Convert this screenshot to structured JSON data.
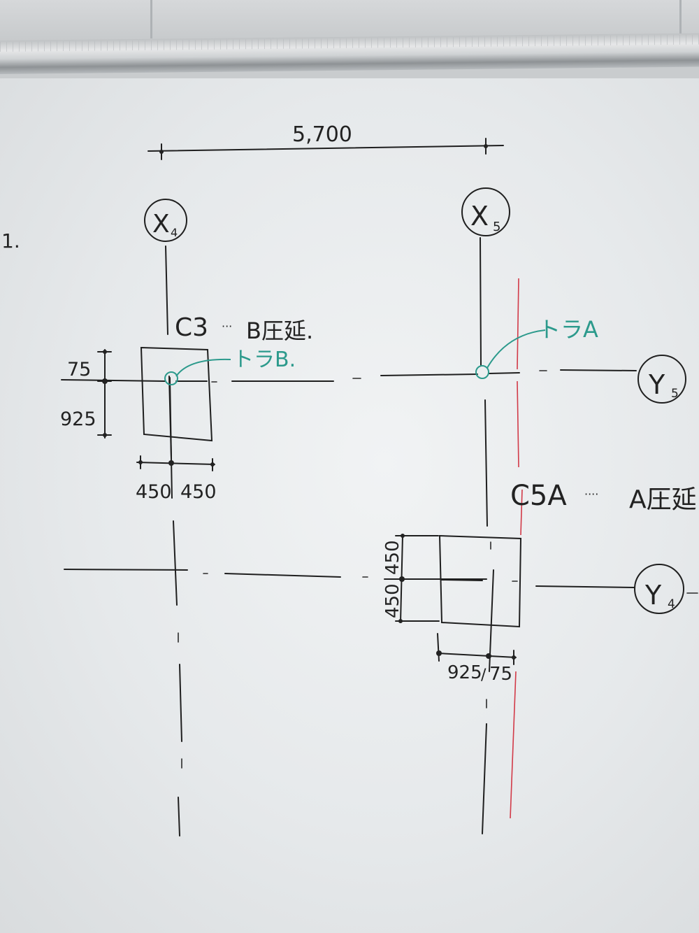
{
  "dimension_top": "5,700",
  "grid_labels": {
    "x4": {
      "letter": "X",
      "sub": "4"
    },
    "x5": {
      "letter": "X",
      "sub": "5"
    },
    "y5": {
      "letter": "Y",
      "sub": "5"
    },
    "y4": {
      "letter": "Y",
      "sub": "4"
    }
  },
  "column_c3": {
    "label": "C3",
    "dots": "···",
    "type": "B圧延."
  },
  "column_c5a": {
    "label": "C5A",
    "dots": "····",
    "type": "A圧延."
  },
  "truss_b": "トラB.",
  "truss_a": "トラA",
  "c3_dims": {
    "top": "75",
    "bottom": "925",
    "left": "450",
    "right": "450"
  },
  "c5a_dims": {
    "upper": "450",
    "lower": "450",
    "left": "925",
    "right": "75"
  },
  "edge_mark": "1."
}
